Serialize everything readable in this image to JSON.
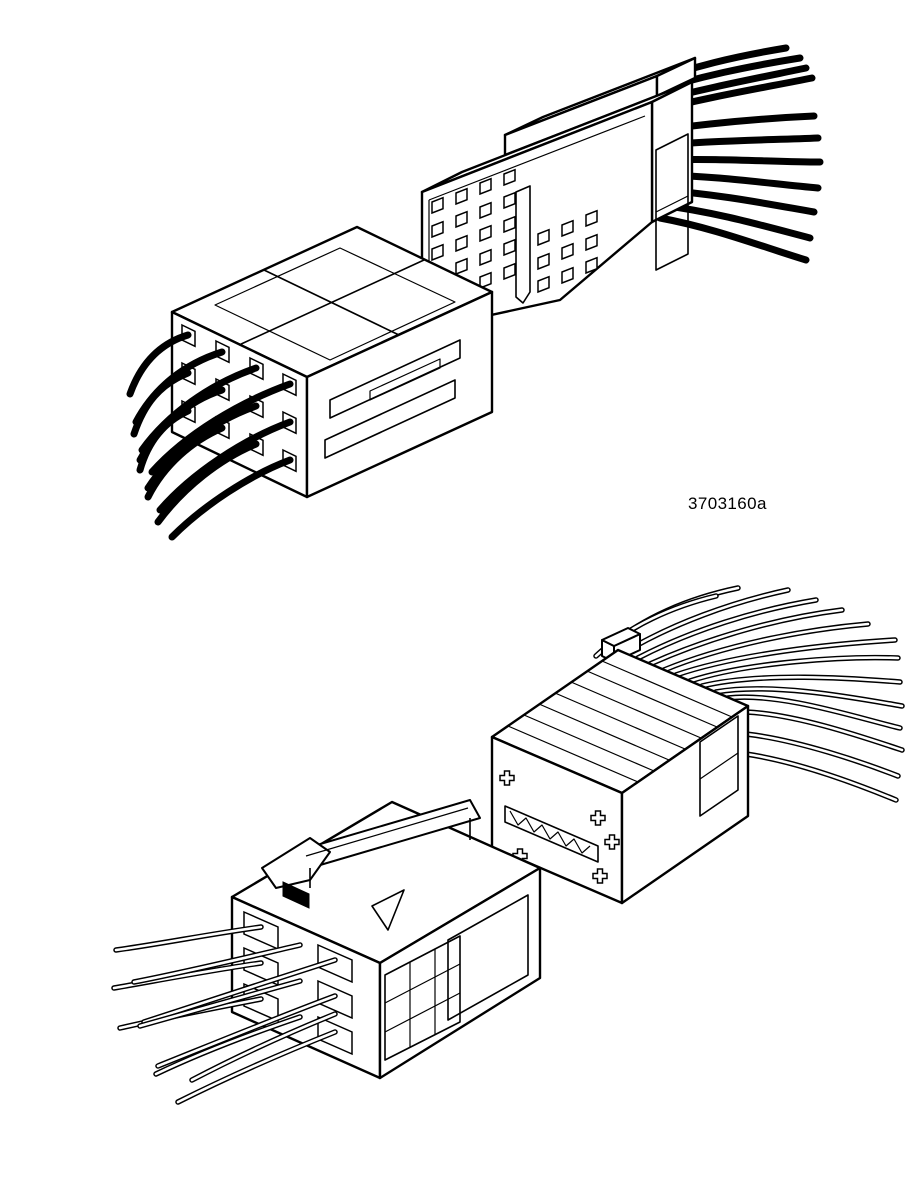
{
  "page": {
    "background_color": "#ffffff",
    "line_color": "#000000"
  },
  "figure": {
    "code": "3703160a",
    "illustrations": [
      {
        "name": "top-connector-pair"
      },
      {
        "name": "bottom-connector-pair"
      }
    ]
  }
}
